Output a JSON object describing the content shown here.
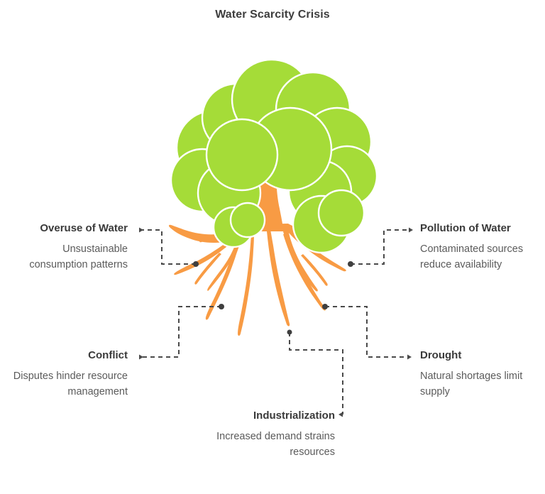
{
  "title": "Water Scarcity Crisis",
  "colors": {
    "foliage_green": "#a5dc38",
    "trunk_orange": "#f89b44",
    "heading_text": "#3a3a3a",
    "body_text": "#5b5b5b",
    "connector_gray": "#4a4a4a",
    "background": "#ffffff"
  },
  "central_node": {
    "name": "water-scarcity-tree",
    "icon": "tree-icon",
    "description": "Illustrated tree with green foliage canopy and orange trunk with spreading roots"
  },
  "branches": [
    {
      "id": "overuse",
      "title": "Overuse of Water",
      "description": "Unsustainable consumption patterns",
      "side": "left",
      "row": "upper"
    },
    {
      "id": "pollution",
      "title": "Pollution of Water",
      "description": "Contaminated sources reduce availability",
      "side": "right",
      "row": "upper"
    },
    {
      "id": "conflict",
      "title": "Conflict",
      "description": "Disputes hinder resource management",
      "side": "left",
      "row": "lower"
    },
    {
      "id": "drought",
      "title": "Drought",
      "description": "Natural shortages limit supply",
      "side": "right",
      "row": "lower"
    },
    {
      "id": "industrialization",
      "title": "Industrialization",
      "description": "Increased demand strains resources",
      "side": "center",
      "row": "bottom"
    }
  ]
}
